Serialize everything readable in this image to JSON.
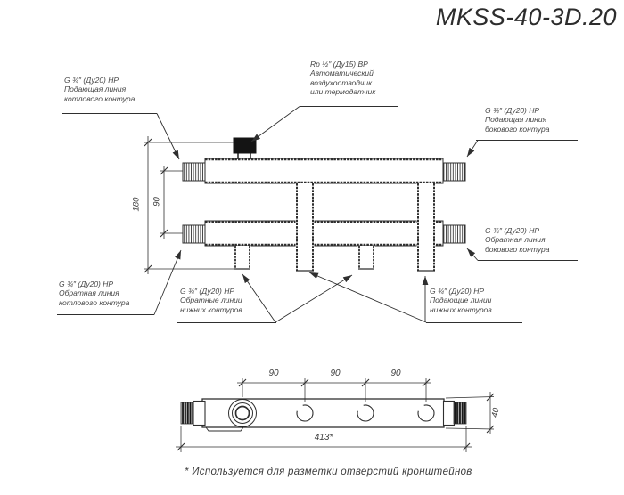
{
  "title": "MKSS-40-3D.20",
  "footnote": "* Используется для разметки отверстий кронштейнов",
  "labels": {
    "supply_boiler": {
      "lines": [
        "G ¾″ (Ду20) НР",
        "Подающая линия",
        "котлового контура"
      ]
    },
    "air_vent": {
      "lines": [
        "Rp ½″ (Ду15) ВР",
        "Автоматический",
        "воздухоотводчик",
        "или термодатчик"
      ]
    },
    "supply_side": {
      "lines": [
        "G ¾″ (Ду20) НР",
        "Подающая линия",
        "бокового контура"
      ]
    },
    "return_side": {
      "lines": [
        "G ¾″ (Ду20) НР",
        "Обратная линия",
        "бокового контура"
      ]
    },
    "return_boiler": {
      "lines": [
        "G ¾″ (Ду20) НР",
        "Обратная линия",
        "котлового контура"
      ]
    },
    "return_lower": {
      "lines": [
        "G ¾″ (Ду20) НР",
        "Обратные линии",
        "нижних контуров"
      ]
    },
    "supply_lower": {
      "lines": [
        "G ¾″ (Ду20) НР",
        "Подающие линии",
        "нижних контуров"
      ]
    }
  },
  "dimensions": {
    "overall_height": "180",
    "bar_spacing": "90",
    "hole_spacings": [
      "90",
      "90",
      "90"
    ],
    "overall_length": "413*",
    "bar_height": "40"
  },
  "colors": {
    "line": "#2f2f2f",
    "valve_fill": "#141414",
    "text": "#474747",
    "background": "#ffffff"
  }
}
